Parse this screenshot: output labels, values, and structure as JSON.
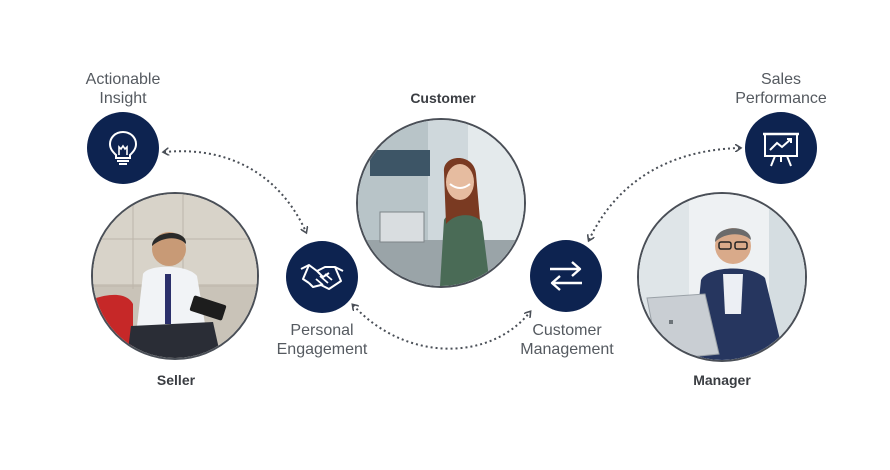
{
  "labels": {
    "actionable_insight": [
      "Actionable",
      "Insight"
    ],
    "sales_performance": [
      "Sales",
      "Performance"
    ],
    "personal_engagement": [
      "Personal",
      "Engagement"
    ],
    "customer_management": [
      "Customer",
      "Management"
    ],
    "customer": "Customer",
    "seller": "Seller",
    "manager": "Manager"
  },
  "icons": {
    "actionable_insight": "lightbulb-icon",
    "personal_engagement": "handshake-icon",
    "customer_management": "exchange-arrows-icon",
    "sales_performance": "presentation-chart-icon"
  },
  "colors": {
    "icon_background": "#0d2350",
    "icon_foreground": "#ffffff",
    "connector": "#4a4f57"
  }
}
